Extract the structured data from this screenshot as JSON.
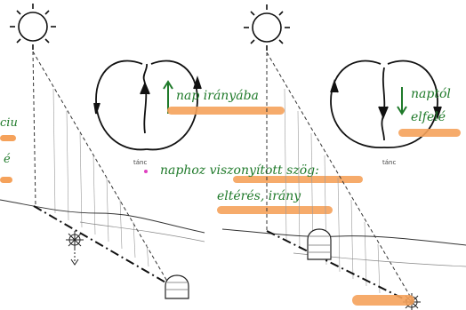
{
  "annotations": {
    "left_panel": {
      "arrow_note": "nap irányába"
    },
    "right_panel": {
      "arrow_note_line1": "naptól",
      "arrow_note_line2": "elfelé"
    },
    "middle_note_line1": "naphoz viszonyított szög:",
    "middle_note_line2": "eltérés, irány",
    "left_edge_fragment_1": "ciu",
    "left_edge_fragment_2": "é"
  },
  "printed_labels": {
    "left_dance_caption": "tánc",
    "right_dance_caption": "tánc"
  },
  "colors": {
    "ink_green": "#1f7a2a",
    "highlight_orange": "#f5a25b",
    "line_black": "#111111",
    "marker_pink": "#e040c0"
  }
}
